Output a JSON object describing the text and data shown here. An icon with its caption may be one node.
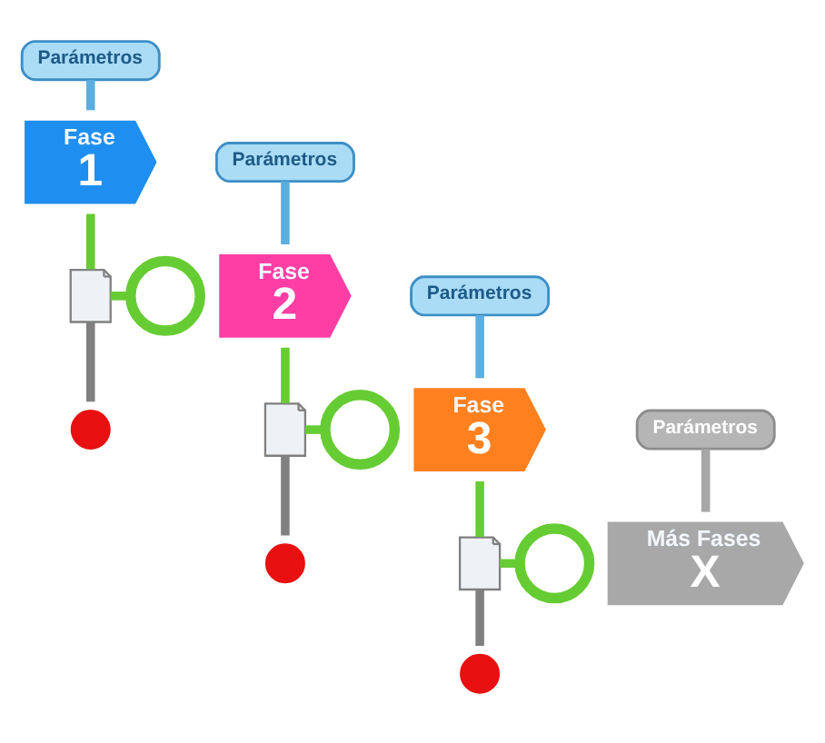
{
  "diagram": {
    "nodes": [
      {
        "text": [
          "Parámetros"
        ]
      },
      {
        "text": [
          "Fase",
          "1"
        ]
      },
      {
        "text": [],
        "shape": "document"
      },
      {
        "text": [],
        "shape": "circle"
      },
      {
        "text": [],
        "shape": "circle"
      },
      {
        "text": [
          "Parámetros"
        ]
      },
      {
        "text": [
          "Fase",
          "2"
        ]
      },
      {
        "text": [],
        "shape": "document"
      },
      {
        "text": [],
        "shape": "circle"
      },
      {
        "text": [],
        "shape": "circle"
      },
      {
        "text": [
          "Parámetros"
        ]
      },
      {
        "text": [
          "Fase",
          "3"
        ]
      },
      {
        "text": [],
        "shape": "document"
      },
      {
        "text": [],
        "shape": "circle"
      },
      {
        "text": [],
        "shape": "circle"
      },
      {
        "text": [
          "Parámetros"
        ]
      },
      {
        "text": [
          "Más Fases",
          "X"
        ]
      }
    ],
    "edges": [
      {
        "from": 0,
        "to": 1,
        "arrow": "none",
        "color": "#5aaee0"
      },
      {
        "from": 1,
        "to": 2,
        "arrow": "none"
      },
      {
        "from": 2,
        "to": 3,
        "arrow": "none"
      },
      {
        "from": 2,
        "to": 4,
        "arrow": "none",
        "color": "#808080"
      },
      {
        "from": 5,
        "to": 6,
        "arrow": "none",
        "color": "#5aaee0"
      },
      {
        "from": 6,
        "to": 7,
        "arrow": "none"
      },
      {
        "from": 7,
        "to": 8,
        "arrow": "none"
      },
      {
        "from": 7,
        "to": 9,
        "arrow": "none",
        "color": "#808080"
      },
      {
        "from": 10,
        "to": 11,
        "arrow": "none",
        "color": "#5aaee0"
      },
      {
        "from": 11,
        "to": 12,
        "arrow": "none"
      },
      {
        "from": 12,
        "to": 13,
        "arrow": "none"
      },
      {
        "from": 12,
        "to": 14,
        "arrow": "none",
        "color": "#808080"
      },
      {
        "from": 15,
        "to": 16,
        "arrow": "none",
        "color": "#a6a6a6"
      }
    ]
  }
}
